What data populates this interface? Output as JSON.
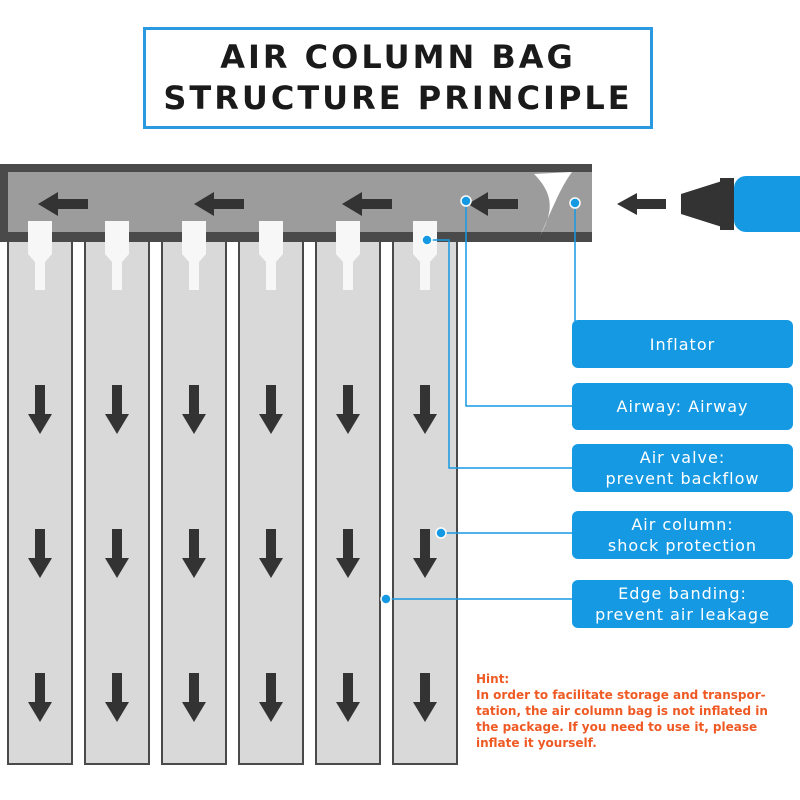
{
  "title": {
    "line1": "AIR COLUMN BAG",
    "line2": "STRUCTURE PRINCIPLE"
  },
  "labels": {
    "inflator": "Inflator",
    "airway": "Airway: Airway",
    "air_valve": {
      "line1": "Air valve:",
      "line2": "prevent backflow"
    },
    "air_column": {
      "line1": "Air column:",
      "line2": "shock protection"
    },
    "edge_banding": {
      "line1": "Edge banding:",
      "line2": "prevent air leakage"
    }
  },
  "hint": {
    "heading": "Hint:",
    "lines": [
      "In order to facilitate storage and transpor-",
      "tation, the air column bag is not inflated in",
      "the package. If you need to use it, please",
      "inflate it yourself."
    ]
  },
  "colors": {
    "accent": "#1699e3",
    "frame": "#4a4a4a",
    "airway_fill": "#9c9c9c",
    "column_fill": "#d9d9d9",
    "arrow": "#333333",
    "hint": "#ef5a24"
  },
  "icons": [
    "left-arrow-icon",
    "down-arrow-icon",
    "inflator-nozzle-icon",
    "valve-icon"
  ]
}
